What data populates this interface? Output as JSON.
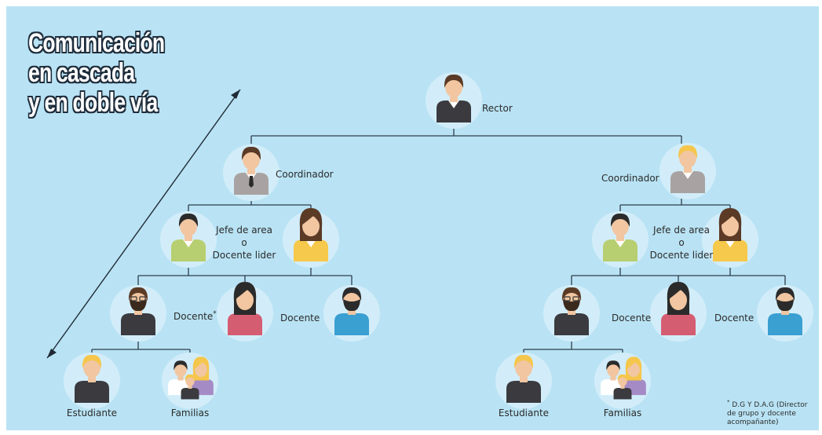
{
  "title": {
    "line1": "Comunicación",
    "line2": "en cascada",
    "line3": "y en doble vía"
  },
  "labels": {
    "rector": "Rector",
    "coordinator": "Coordinador",
    "area_head_line1": "Jefe de area",
    "area_head_line2": "o",
    "area_head_line3": "Docente lider",
    "teacher": "Docente",
    "teacher_note_mark": "*",
    "student": "Estudiante",
    "families": "Familias"
  },
  "footnote": {
    "mark": "*",
    "line1": "D.G Y D.A.G (Director",
    "line2": "de grupo y docente",
    "line3": "acompañante)"
  },
  "colors": {
    "background": "#b9e3f4",
    "circle": "#d2edf9",
    "connector": "#2e3d4a",
    "skin": "#f1c6a1",
    "hair_brown": "#5b3a26",
    "hair_dark": "#2b2b2b",
    "hair_blonde": "#f5c64c",
    "suit_dark": "#3a3a3f",
    "suit_gray": "#a8a3a2",
    "shirt_green": "#b7cf71",
    "shirt_yellow": "#f6c84b",
    "shirt_pink": "#d55d72",
    "shirt_blue": "#3a9fd1",
    "shirt_purple": "#a58bc6"
  }
}
